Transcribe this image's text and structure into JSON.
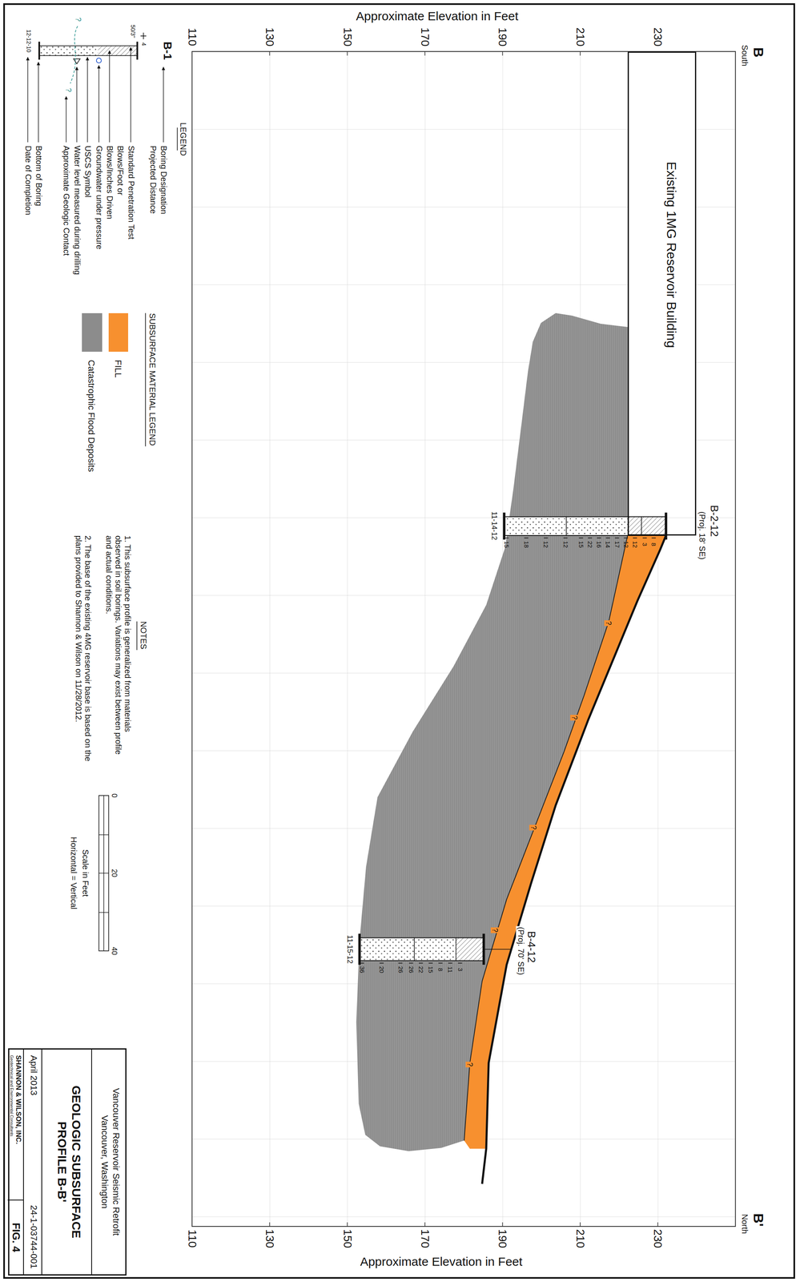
{
  "diagram": {
    "nodes": [
      {
        "text": [
          "Existing 1MG Reservoir Building"
        ]
      },
      {
        "text": [
          "Vancouver Reservoir Seismic Retrofit",
          "Vancouver, Washington",
          "GEOLOGIC SUBSURFACE PROFILE B-B'",
          "April 2013",
          "24-1-03744-001",
          "SHANNON & WILSON, INC.",
          "Geotechnical and Environmental Consultants",
          "FIG. 4"
        ]
      }
    ],
    "labels": [
      "B",
      "South",
      "B'",
      "North",
      "Approximate Elevation in Feet",
      "Approximate Elevation in Feet",
      "110",
      "130",
      "150",
      "170",
      "190",
      "210",
      "230",
      "110",
      "130",
      "150",
      "170",
      "190",
      "210",
      "230",
      "B-2-12",
      "(Proj. 18' SE)",
      "11-14-12",
      "8",
      "3",
      "12",
      "12",
      "17",
      "14",
      "16",
      "22",
      "15",
      "12",
      "12",
      "18",
      "15",
      "B-4-12",
      "(Proj. 70' SE)",
      "11-15-12",
      "3",
      "11",
      "8",
      "15",
      "22",
      "26",
      "26",
      "20",
      "36",
      "?",
      "?",
      "?",
      "?",
      "?",
      "LEGEND",
      "B-1",
      "4",
      "50/3\"",
      "12-12-10",
      "?",
      "?",
      "SUBSURFACE MATERIAL LEGEND",
      "NOTES",
      "1. This subsurface profile is generalized from materials observed in soil borings. Variations may exist between profile and actual conditions.",
      "2. The base of the existing 4MG reservoir base is based on the plans provided to Shannon & Wilson on 11/28/2012.",
      "0",
      "20",
      "40",
      "Scale in Feet",
      "Horizontal = Vertical"
    ],
    "legend": [
      {
        "text": "Boring Designation"
      },
      {
        "text": "Projected Distance"
      },
      {
        "text": "Standard Penetration Test"
      },
      {
        "text": "Blows/Foot or"
      },
      {
        "text": "Blows/Inches Driven"
      },
      {
        "text": "Groundwater under pressure"
      },
      {
        "text": "USCS Symbol"
      },
      {
        "text": "Water level measured during drilling"
      },
      {
        "text": "Approximate Geologic Contact"
      },
      {
        "text": "Bottom of Boring"
      },
      {
        "text": "Date of Completion"
      },
      {
        "text": "FILL",
        "color": "#f7902f"
      },
      {
        "text": "Catastrophic Flood Deposits",
        "color": "#8c8c8c"
      }
    ]
  }
}
